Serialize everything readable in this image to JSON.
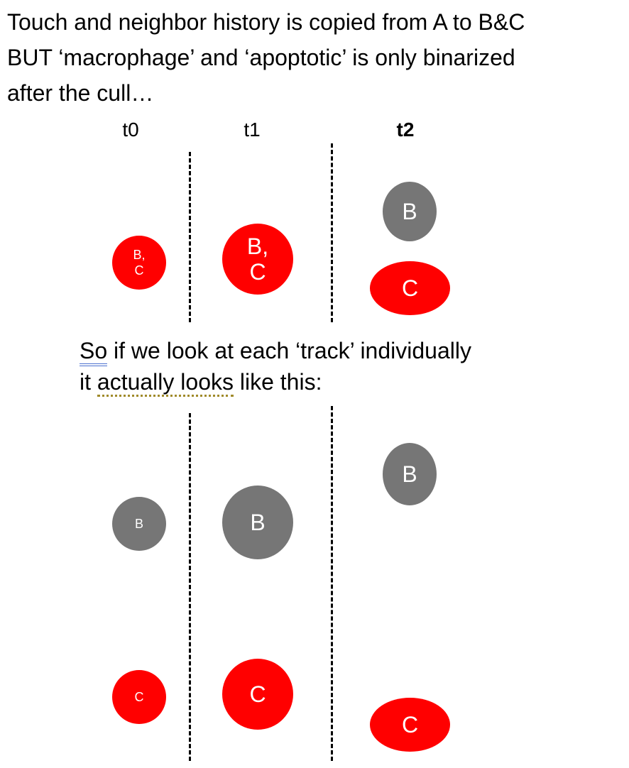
{
  "heading": {
    "line1": "Touch and neighbor history is copied from A to B&C",
    "line2": "BUT ‘macrophage’ and ‘apoptotic’ is only binarized",
    "line3": "after the cull…"
  },
  "columns": {
    "t0": "t0",
    "t1": "t1",
    "t2": "t2"
  },
  "top_diagram": {
    "t0_cell": "B,\nC",
    "t1_cell": "B,\nC",
    "t2_cell_b": "B",
    "t2_cell_c": "C"
  },
  "note": {
    "word_so": "So",
    "line1_rest": " if we look at each ‘track’ individually",
    "line2_pre": "it ",
    "word_actually_looks": "actually looks",
    "line2_rest": " like this:"
  },
  "bottom_diagram": {
    "b_track": {
      "t0": "B",
      "t1": "B",
      "t2": "B"
    },
    "c_track": {
      "t0": "C",
      "t1": "C",
      "t2": "C"
    }
  },
  "colors": {
    "red": "#ff0000",
    "grey": "#767676"
  }
}
